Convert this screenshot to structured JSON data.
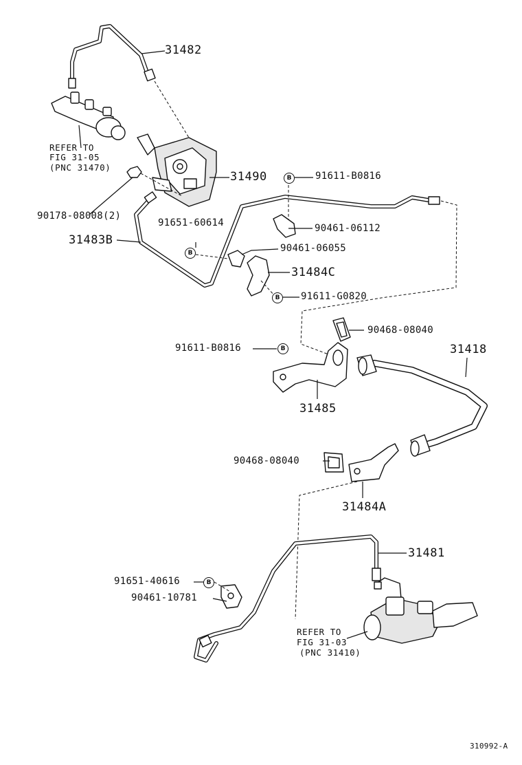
{
  "parts": {
    "p31482": "31482",
    "p31490": "31490",
    "p91611_b0816_top": "91611-B0816",
    "p90178": "90178-08008(2)",
    "p91651_60614": "91651-60614",
    "p90461_06112": "90461-06112",
    "p31483b": "31483B",
    "p90461_06055": "90461-06055",
    "p31484c": "31484C",
    "p91611_g0820": "91611-G0820",
    "p90468_08040_top": "90468-08040",
    "p91611_b0816_mid": "91611-B0816",
    "p31418": "31418",
    "p31485": "31485",
    "p90468_08040_bot": "90468-08040",
    "p31484a": "31484A",
    "p31481": "31481",
    "p91651_40616": "91651-40616",
    "p90461_10781": "90461-10781"
  },
  "refer_top": {
    "line1": "REFER TO",
    "line2": "FIG 31-05",
    "line3": "(PNC 31470)"
  },
  "refer_bottom": {
    "line1": "REFER TO",
    "line2": "FIG 31-03",
    "line3": "(PNC 31410)"
  },
  "badge_letter": "B",
  "figure_id": "310992-A"
}
